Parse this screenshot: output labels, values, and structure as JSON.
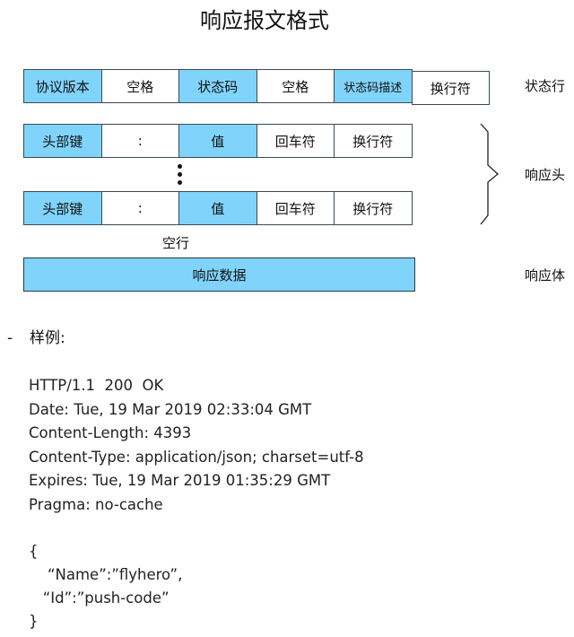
{
  "title": "响应报文格式",
  "status_line": {
    "cells": [
      {
        "label": "协议版本",
        "highlight": true
      },
      {
        "label": "空格",
        "highlight": false
      },
      {
        "label": "状态码",
        "highlight": true
      },
      {
        "label": "空格",
        "highlight": false
      },
      {
        "label": "状态码描述",
        "highlight": true
      },
      {
        "label": "换行符",
        "highlight": false
      }
    ],
    "side_label": "状态行"
  },
  "header_rows": [
    {
      "cells": [
        "头部键",
        ":",
        "值",
        "回车符",
        "换行符"
      ]
    },
    {
      "cells": [
        "头部键",
        ":",
        "值",
        "回车符",
        "换行符"
      ]
    }
  ],
  "headers_side_label": "响应头",
  "empty_line_label": "空行",
  "body": {
    "label": "响应数据",
    "side_label": "响应体"
  },
  "colors": {
    "highlight": "#80d4fc",
    "border": "#3a4a52",
    "text": "#111111"
  },
  "example": {
    "bullet": "-",
    "heading": "样例:",
    "lines": [
      "HTTP/1.1  200  OK",
      "Date: Tue, 19 Mar 2019 02:33:04 GMT",
      "Content-Length: 4393",
      "Content-Type: application/json; charset=utf-8",
      "Expires: Tue, 19 Mar 2019 01:35:29 GMT",
      "Pragma: no-cache"
    ],
    "json_lines": [
      "{",
      "    “Name”:”flyhero”,",
      "   “Id”:”push-code”",
      "}"
    ]
  }
}
